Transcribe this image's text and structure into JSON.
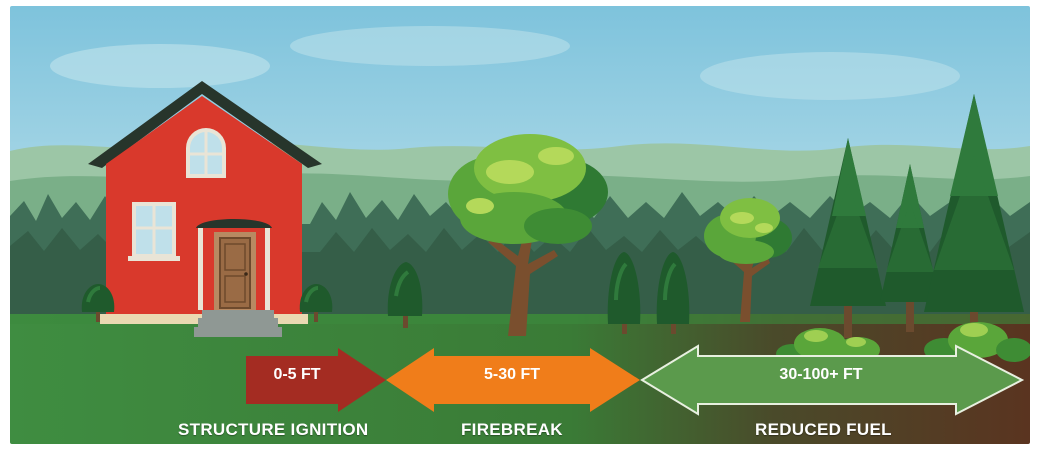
{
  "zones": [
    {
      "range": "0-5 FT",
      "name": "STRUCTURE IGNITION",
      "color": "#a42c22"
    },
    {
      "range": "5-30 FT",
      "name": "FIREBREAK",
      "color": "#f07d1a"
    },
    {
      "range": "30-100+ FT",
      "name": "REDUCED FUEL",
      "color": "#5b9a4c"
    }
  ],
  "colors": {
    "sky": "#9dd2e4",
    "grass": "#3f8f42",
    "house": "#d9392c",
    "roof": "#27352b"
  }
}
